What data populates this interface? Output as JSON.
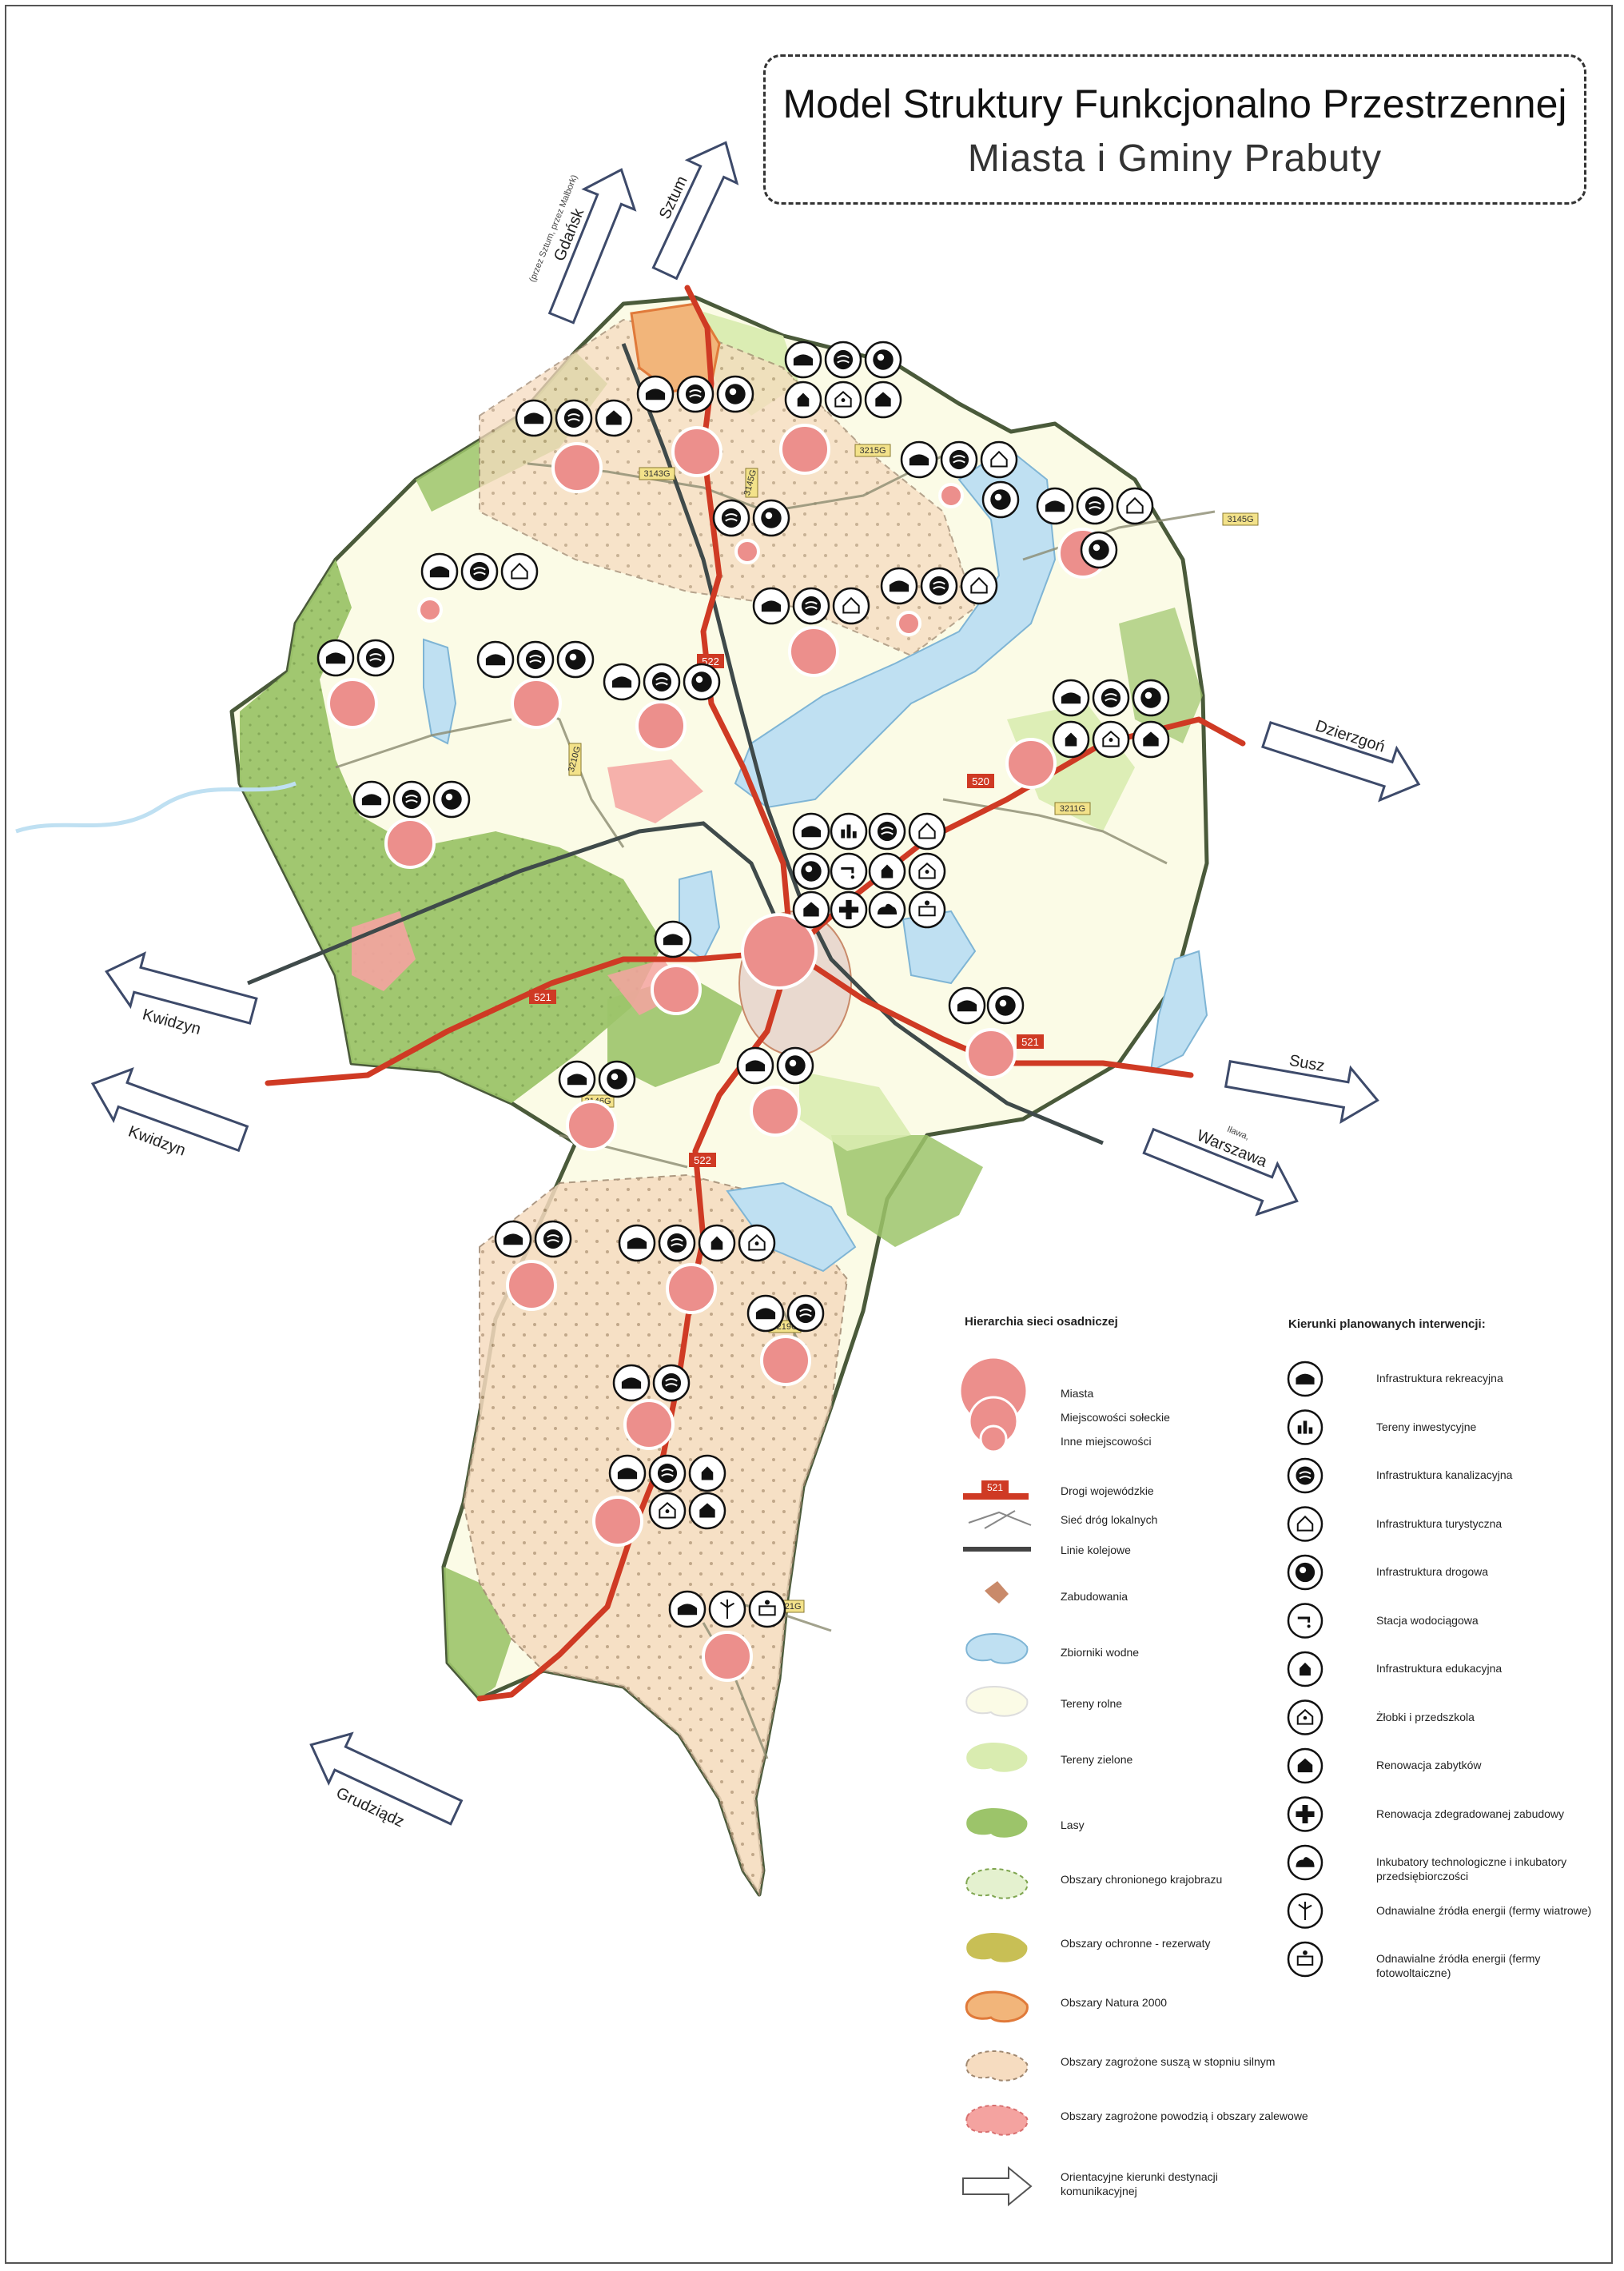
{
  "title": {
    "main": "Model Struktury Funkcjonalno Przestrzennej",
    "sub": "Miasta i Gminy Prabuty"
  },
  "directions": [
    {
      "label": "Gdańsk",
      "sub": "(przez Sztum, przez Malbork)"
    },
    {
      "label": "Sztum",
      "sub": ""
    },
    {
      "label": "Dzierzgoń",
      "sub": ""
    },
    {
      "label": "Kwidzyn",
      "sub": ""
    },
    {
      "label": "Kwidzyn",
      "sub": ""
    },
    {
      "label": "Susz",
      "sub": ""
    },
    {
      "label": "Warszawa",
      "sub": "Iława,"
    },
    {
      "label": "Grudziądz",
      "sub": ""
    }
  ],
  "roads": {
    "regional": [
      "522",
      "522",
      "520",
      "521",
      "521"
    ],
    "local": [
      "3143G",
      "3145G",
      "3215G",
      "3145G",
      "3210G",
      "3211G",
      "3146G",
      "3219G",
      "3221G"
    ]
  },
  "legend": {
    "hierarchy_title": "Hierarchia sieci osadniczej",
    "hierarchy": [
      "Miasta",
      "Miejscowości sołeckie",
      "Inne miejscowości"
    ],
    "items": [
      {
        "label": "Drogi wojewódzkie",
        "badge": "521",
        "color": "#cf3a24"
      },
      {
        "label": "Sieć dróg lokalnych",
        "color": "#888888"
      },
      {
        "label": "Linie kolejowe",
        "color": "#444444"
      },
      {
        "label": "Zabudowania",
        "color": "#c98a6a"
      },
      {
        "label": "Zbiorniki wodne",
        "color": "#bfe0f2"
      },
      {
        "label": "Tereny rolne",
        "color": "#fbfbe6"
      },
      {
        "label": "Tereny zielone",
        "color": "#d9ecb0"
      },
      {
        "label": "Lasy",
        "color": "#9cc46a"
      },
      {
        "label": "Obszary chronionego krajobrazu",
        "color": "#e4f1cf"
      },
      {
        "label": "Obszary ochronne - rezerwaty",
        "color": "#c8bf55"
      },
      {
        "label": "Obszary Natura 2000",
        "color": "#f2b57a"
      },
      {
        "label": "Obszary zagrożone suszą w stopniu silnym",
        "color": "#f6dcc0"
      },
      {
        "label": "Obszary zagrożone powodzią i obszary zalewowe",
        "color": "#f4a3a0"
      },
      {
        "label": "Orientacyjne kierunki destynacji komunikacyjnej",
        "color": "#ffffff"
      }
    ],
    "interventions_title": "Kierunki planowanych interwencji:",
    "interventions": [
      {
        "icon": "recreation-icon",
        "label": "Infrastruktura rekreacyjna"
      },
      {
        "icon": "investment-icon",
        "label": "Tereny inwestycyjne"
      },
      {
        "icon": "sewage-icon",
        "label": "Infrastruktura kanalizacyjna"
      },
      {
        "icon": "tourism-icon",
        "label": "Infrastruktura turystyczna"
      },
      {
        "icon": "road-icon",
        "label": "Infrastruktura drogowa"
      },
      {
        "icon": "water-station-icon",
        "label": "Stacja wodociągowa"
      },
      {
        "icon": "education-icon",
        "label": "Infrastruktura edukacyjna"
      },
      {
        "icon": "nursery-icon",
        "label": "Żłobki i przedszkola"
      },
      {
        "icon": "monument-icon",
        "label": "Renowacja zabytków"
      },
      {
        "icon": "renovation-icon",
        "label": "Renowacja zdegradowanej zabudowy"
      },
      {
        "icon": "incubator-icon",
        "label": "Inkubatory technologiczne i inkubatory przedsiębiorczości"
      },
      {
        "icon": "wind-icon",
        "label": "Odnawialne źródła energii (fermy wiatrowe)"
      },
      {
        "icon": "solar-icon",
        "label": "Odnawialne źródła energii (fermy fotowoltaiczne)"
      }
    ]
  },
  "colors": {
    "settlement": "#ec8f8c",
    "road_regional": "#cf3a24",
    "boundary": "#4a5a3a",
    "water": "#bfe0f2",
    "forest": "#9cc46a",
    "farmland": "#fbfbe6"
  }
}
